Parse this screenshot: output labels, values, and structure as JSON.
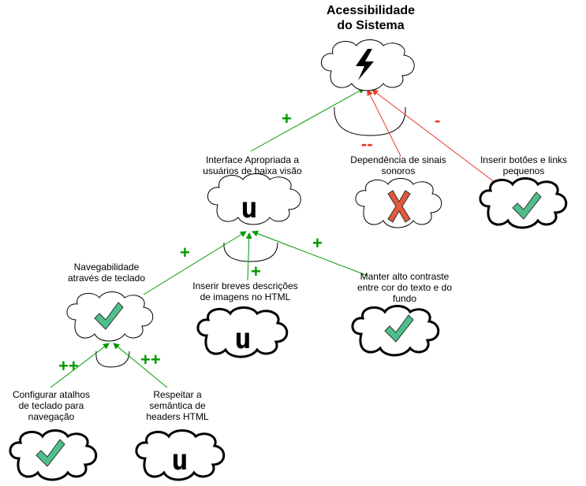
{
  "colors": {
    "positive": "#009900",
    "negative": "#e53b2a",
    "satisficed": "#4ebf8b",
    "denied": "#e4573c"
  },
  "nodes": {
    "root": {
      "label": "Acessibilidade\ndo Sistema",
      "icon": "lightning-icon"
    },
    "interface": {
      "label": "Interface Apropriada a\nusuários de baixa visão",
      "icon": "undecided-icon",
      "status": "u"
    },
    "dependencia": {
      "label": "Dependência de sinais\nsonoros",
      "icon": "cross-icon"
    },
    "botoes": {
      "label": "Inserir botões e links\npequenos",
      "icon": "check-icon"
    },
    "navegabilidade": {
      "label": "Navegabilidade\natravés de teclado",
      "icon": "check-icon"
    },
    "descricoes": {
      "label": "Inserir breves descrições\nde imagens no HTML",
      "icon": "undecided-icon",
      "status": "u"
    },
    "contraste": {
      "label": "Manter alto contraste\nentre cor do texto e do\nfundo",
      "icon": "check-icon"
    },
    "atalhos": {
      "label": "Configurar atalhos\nde teclado para\nnavegação",
      "icon": "check-icon"
    },
    "headers": {
      "label": "Respeitar a\nsemântica de\nheaders HTML",
      "icon": "undecided-icon",
      "status": "u"
    }
  },
  "contributions": {
    "interface_to_root": "+",
    "dependencia_to_root": "--",
    "botoes_to_root": "-",
    "navegabilidade_to_interface": "+",
    "descricoes_to_interface": "+",
    "contraste_to_interface": "+",
    "atalhos_to_navegabilidade": "++",
    "headers_to_navegabilidade": "++"
  }
}
